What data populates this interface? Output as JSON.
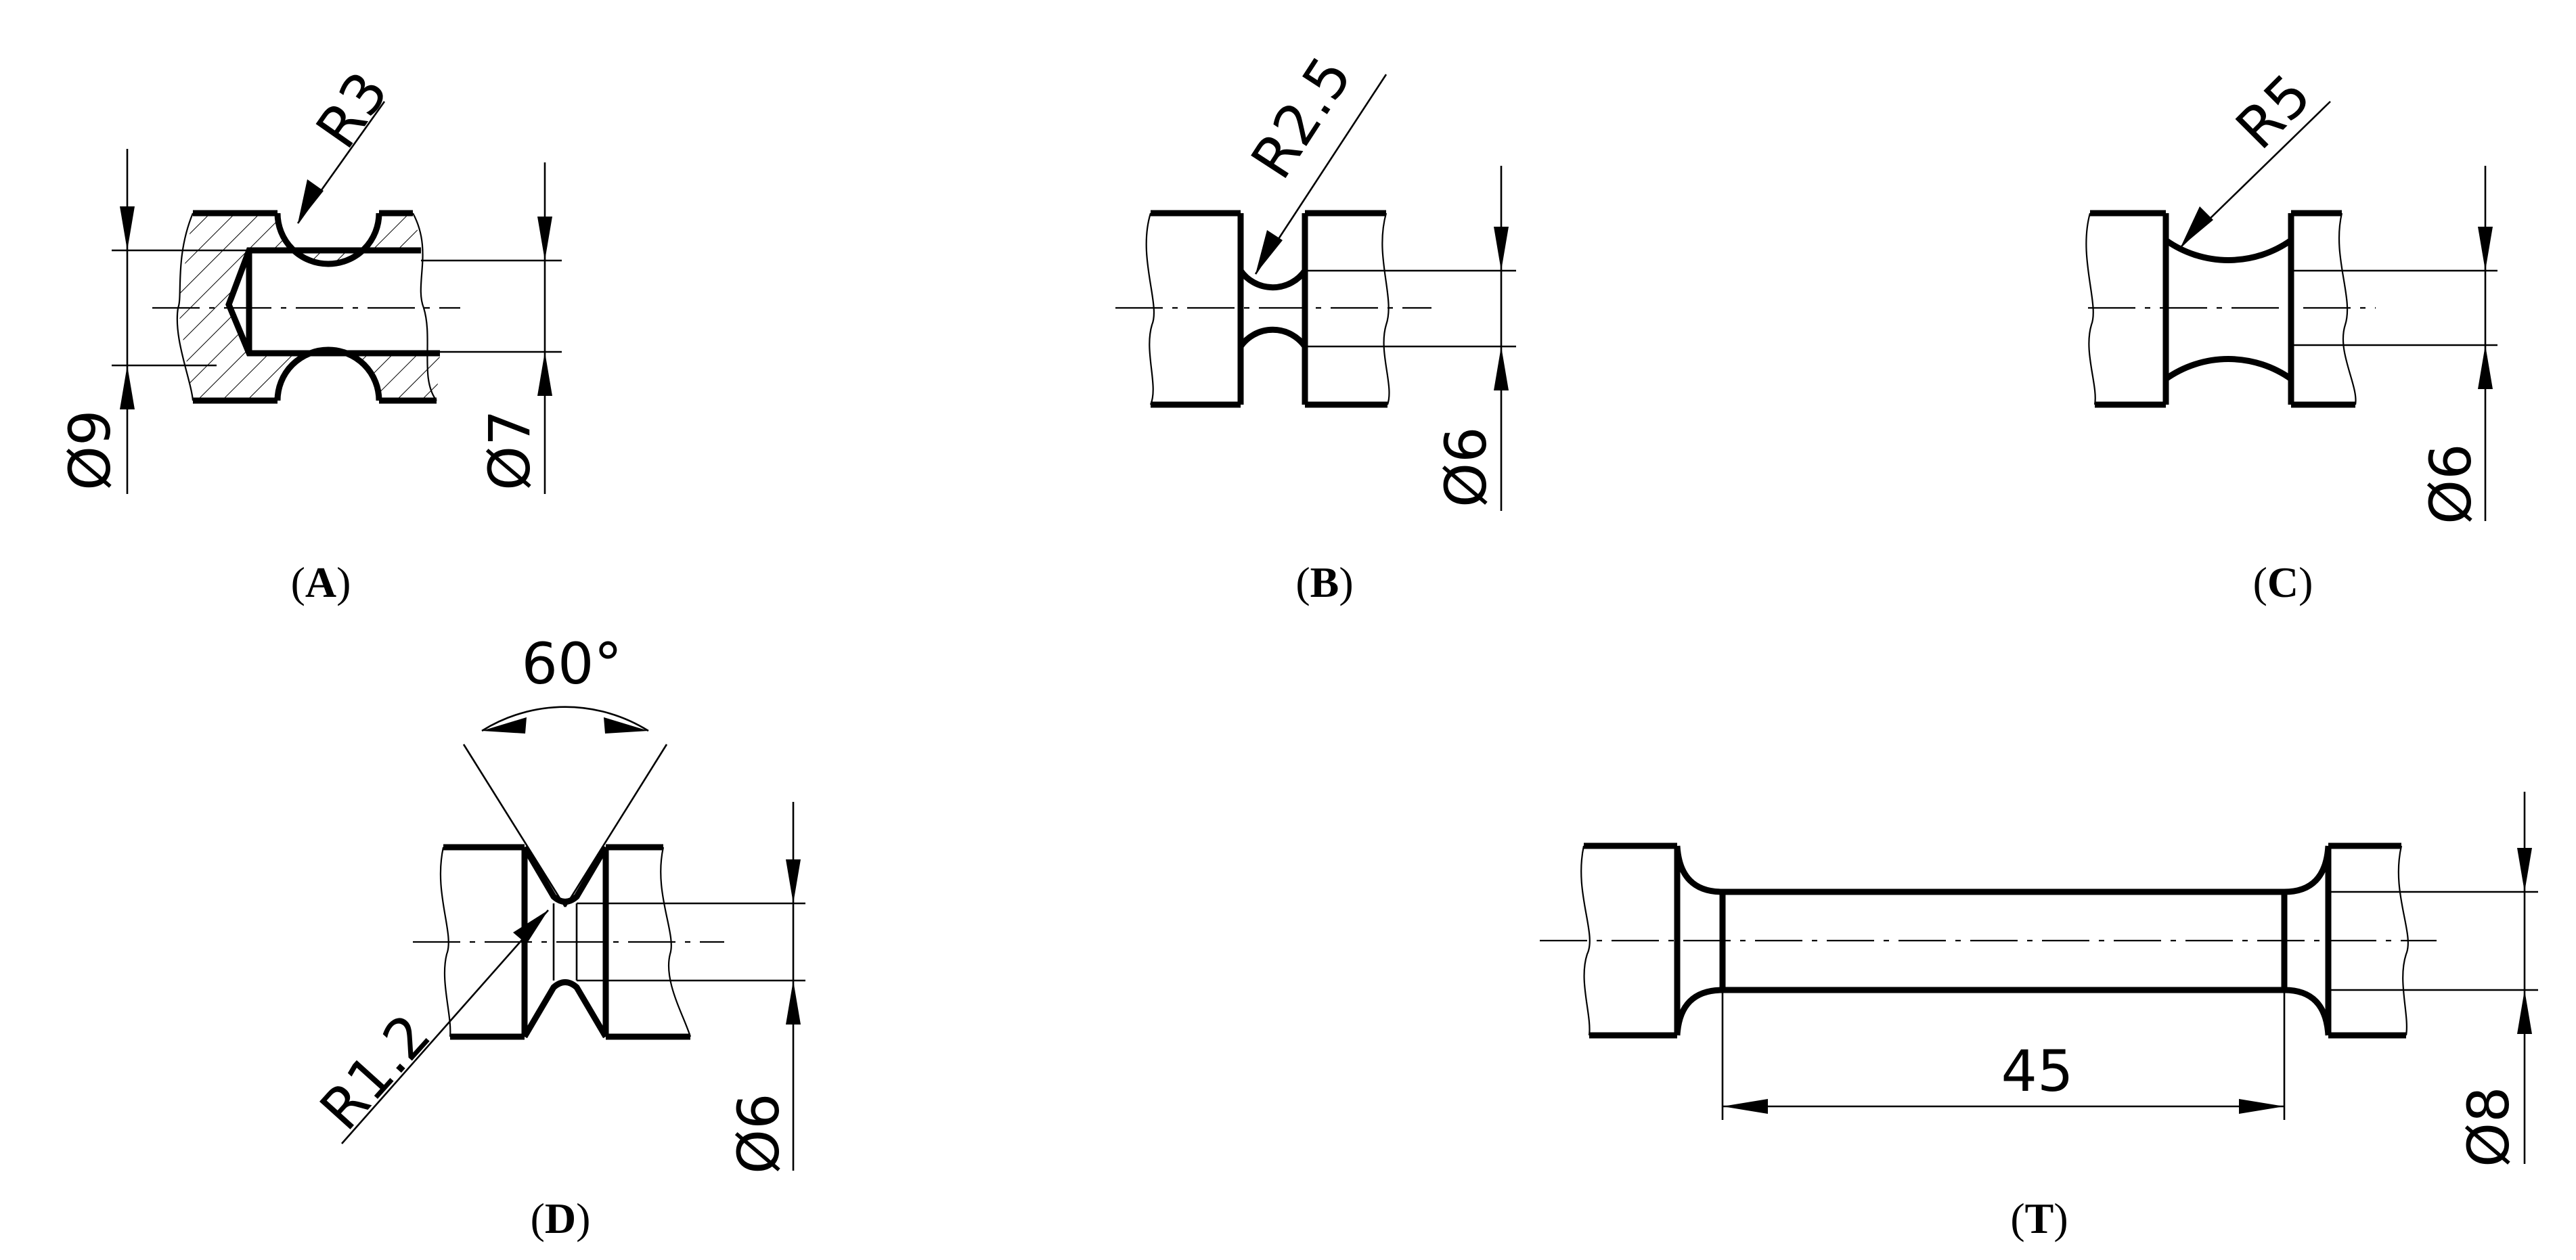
{
  "panels": {
    "A": {
      "caption_open": "(",
      "caption_letter": "A",
      "caption_close": ")",
      "radius_label": "R3",
      "outer_diameter_label": "Ø9",
      "inner_diameter_label": "Ø7"
    },
    "B": {
      "caption_open": "(",
      "caption_letter": "B",
      "caption_close": ")",
      "radius_label": "R2.5",
      "diameter_label": "Ø6"
    },
    "C": {
      "caption_open": "(",
      "caption_letter": "C",
      "caption_close": ")",
      "radius_label": "R5",
      "diameter_label": "Ø6"
    },
    "D": {
      "caption_open": "(",
      "caption_letter": "D",
      "caption_close": ")",
      "angle_label": "60°",
      "radius_label": "R1.2",
      "diameter_label": "Ø6"
    },
    "T": {
      "caption_open": "(",
      "caption_letter": "T",
      "caption_close": ")",
      "length_label": "45",
      "diameter_label": "Ø8"
    }
  }
}
